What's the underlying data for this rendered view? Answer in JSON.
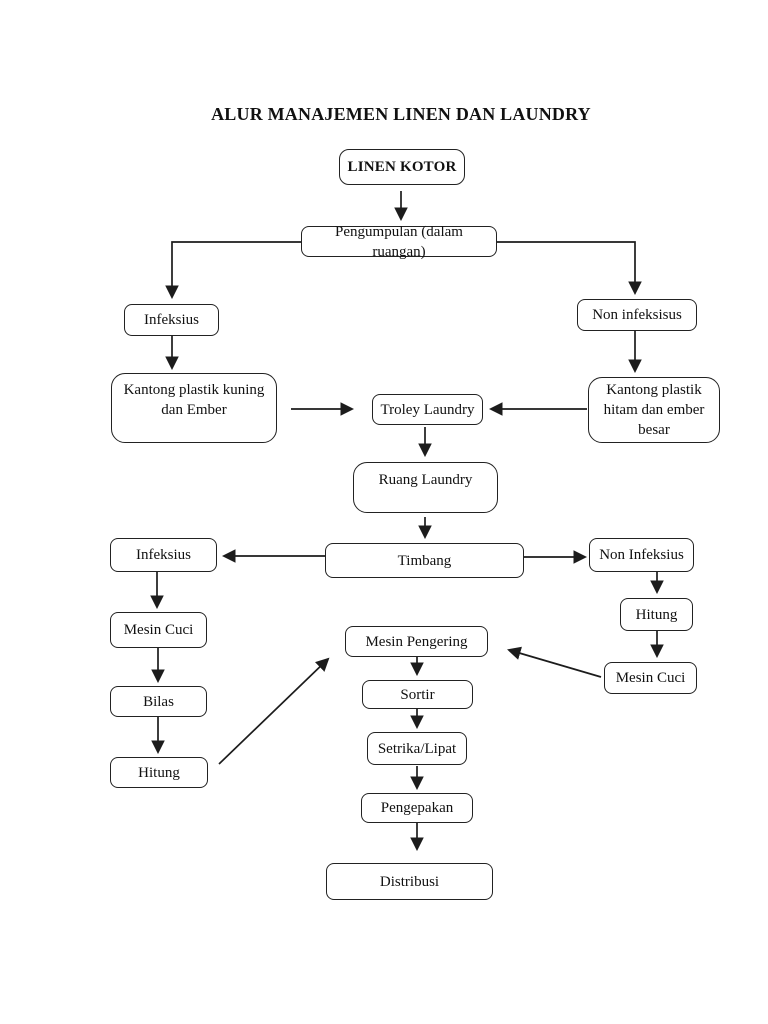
{
  "page": {
    "title": "ALUR MANAJEMEN LINEN DAN LAUNDRY",
    "background_color": "#ffffff",
    "line_color": "#1c1c1c",
    "box_border_color": "#222222"
  },
  "nodes": {
    "linen_kotor": {
      "label": "LINEN KOTOR"
    },
    "pengumpulan": {
      "label": "Pengumpulan (dalam ruangan)"
    },
    "infeksius_top": {
      "label": "Infeksius"
    },
    "non_infeksisus": {
      "label": "Non infeksisus"
    },
    "kantong_kuning": {
      "label": "Kantong plastik kuning dan Ember"
    },
    "kantong_hitam": {
      "label": "Kantong plastik hitam dan ember besar"
    },
    "troley_laundry": {
      "label": "Troley Laundry"
    },
    "ruang_laundry": {
      "label": "Ruang Laundry"
    },
    "timbang": {
      "label": "Timbang"
    },
    "infeksius_mid": {
      "label": "Infeksius"
    },
    "non_infeksius_mid": {
      "label": "Non Infeksius"
    },
    "mesin_cuci_left": {
      "label": "Mesin Cuci"
    },
    "bilas": {
      "label": "Bilas"
    },
    "hitung_left": {
      "label": "Hitung"
    },
    "hitung_right": {
      "label": "Hitung"
    },
    "mesin_cuci_right": {
      "label": "Mesin Cuci"
    },
    "mesin_pengering": {
      "label": "Mesin Pengering"
    },
    "sortir": {
      "label": "Sortir"
    },
    "setrika_lipat": {
      "label": "Setrika/Lipat"
    },
    "pengepakan": {
      "label": "Pengepakan"
    },
    "distribusi": {
      "label": "Distribusi"
    }
  }
}
